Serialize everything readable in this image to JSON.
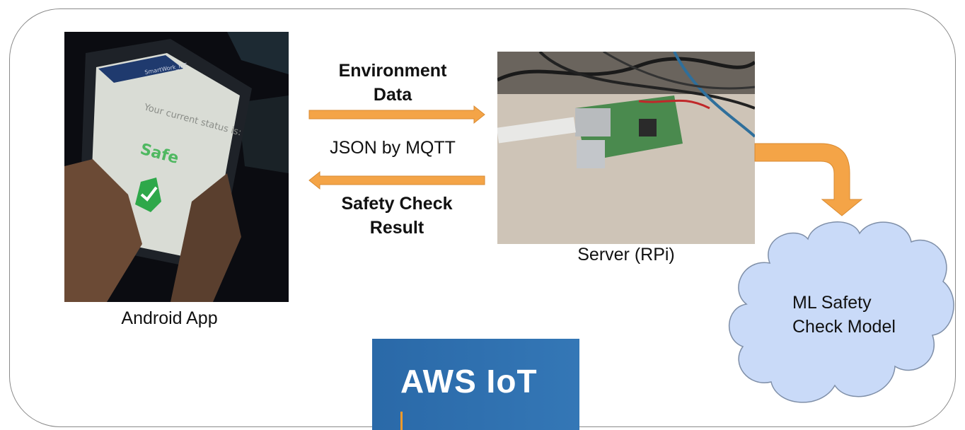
{
  "diagram": {
    "android_photo": {
      "caption": "Android App",
      "screen_text_status": "Your current status is:",
      "screen_text_safe": "Safe",
      "app_bar_title": "SmartWork_IoT"
    },
    "server_photo": {
      "caption": "Server (RPi)"
    },
    "arrow_top_label_line1": "Environment",
    "arrow_top_label_line2": "Data",
    "protocol_label": "JSON by MQTT",
    "arrow_bottom_label_line1": "Safety Check",
    "arrow_bottom_label_line2": "Result",
    "cloud_label_line1": "ML Safety",
    "cloud_label_line2": "Check Model",
    "aws_logo_text": "AWS IoT",
    "colors": {
      "arrow": "#f4a447",
      "arrow_stroke": "#d98a30",
      "cloud_fill": "#c9daf8",
      "cloud_stroke": "#7f8fa8",
      "aws_bg": "#2a69a8"
    }
  }
}
